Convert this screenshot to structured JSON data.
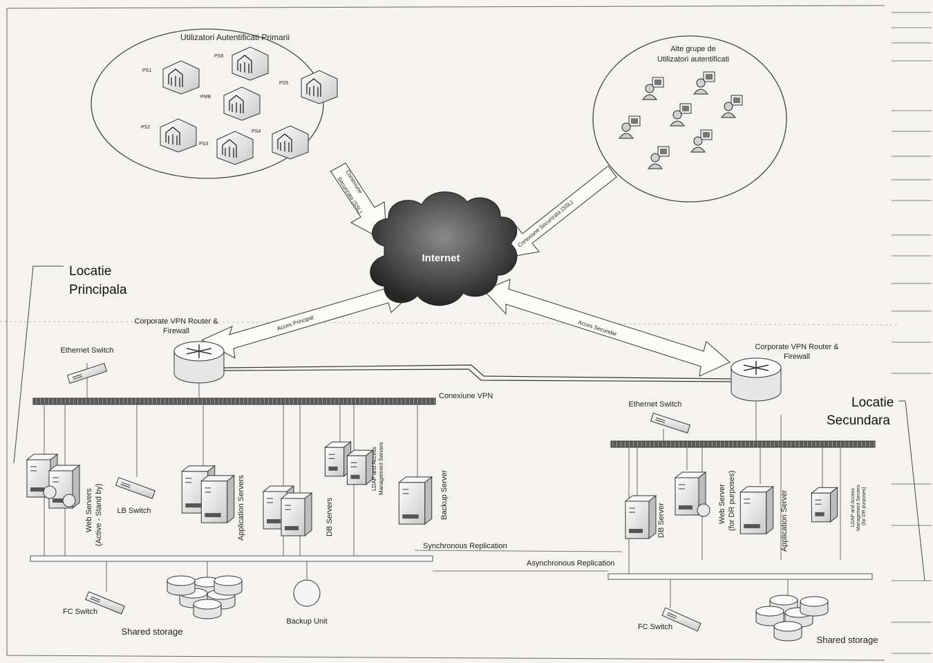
{
  "groups": {
    "primary_users_title": "Utilizatori Autentificati Primarii",
    "other_groups_title_line1": "Alte grupe de",
    "other_groups_title_line2": "Utilizatori autentificati",
    "ps_labels": [
      "PS6",
      "PS1",
      "PMB",
      "PS5",
      "PS2",
      "PS3",
      "PS4"
    ]
  },
  "internet": {
    "label": "Internet"
  },
  "links": {
    "secure_left_line1": "Conexiune",
    "secure_left_line2": "Securizata (SSL)",
    "secure_right": "Conexiune Securizata (SSL)",
    "access_primary": "Acces Principal",
    "access_secondary": "Acces Secundar",
    "vpn": "Conexiune VPN",
    "sync_replication": "Synchronous Replication",
    "async_replication": "Asynchronous Replication"
  },
  "primary_site": {
    "title_line1": "Locatie",
    "title_line2": "Principala",
    "router_line1": "Corporate VPN Router &",
    "router_line2": "Firewall",
    "ethernet_switch": "Ethernet Switch",
    "web_servers_line1": "Web Servers",
    "web_servers_line2": "(Active - Stand by)",
    "lb_switch": "LB Switch",
    "app_servers": "Application Servers",
    "db_servers": "DB Servers",
    "ldap_line1": "LDAP and Access",
    "ldap_line2": "Management Servers",
    "backup_server": "Backup Server",
    "fc_switch": "FC Switch",
    "shared_storage": "Shared storage",
    "backup_unit": "Backup Unit"
  },
  "secondary_site": {
    "title_line1": "Locatie",
    "title_line2": "Secundara",
    "router_line1": "Corporate VPN Router &",
    "router_line2": "Firewall",
    "ethernet_switch": "Ethernet Switch",
    "db_server": "DB Server",
    "web_server_line1": "Web Server",
    "web_server_line2": "(for DR purposes)",
    "app_server": "Application Server",
    "ldap_line1": "LDAP and Access",
    "ldap_line2": "Management Servers",
    "ldap_line3": "(for DR purposes)",
    "fc_switch": "FC Switch",
    "shared_storage": "Shared storage"
  },
  "colors": {
    "paper": "#f4f3ef",
    "ink": "#222222",
    "backbone": "#5a5a5a",
    "cloud": "#3a3a3a"
  }
}
